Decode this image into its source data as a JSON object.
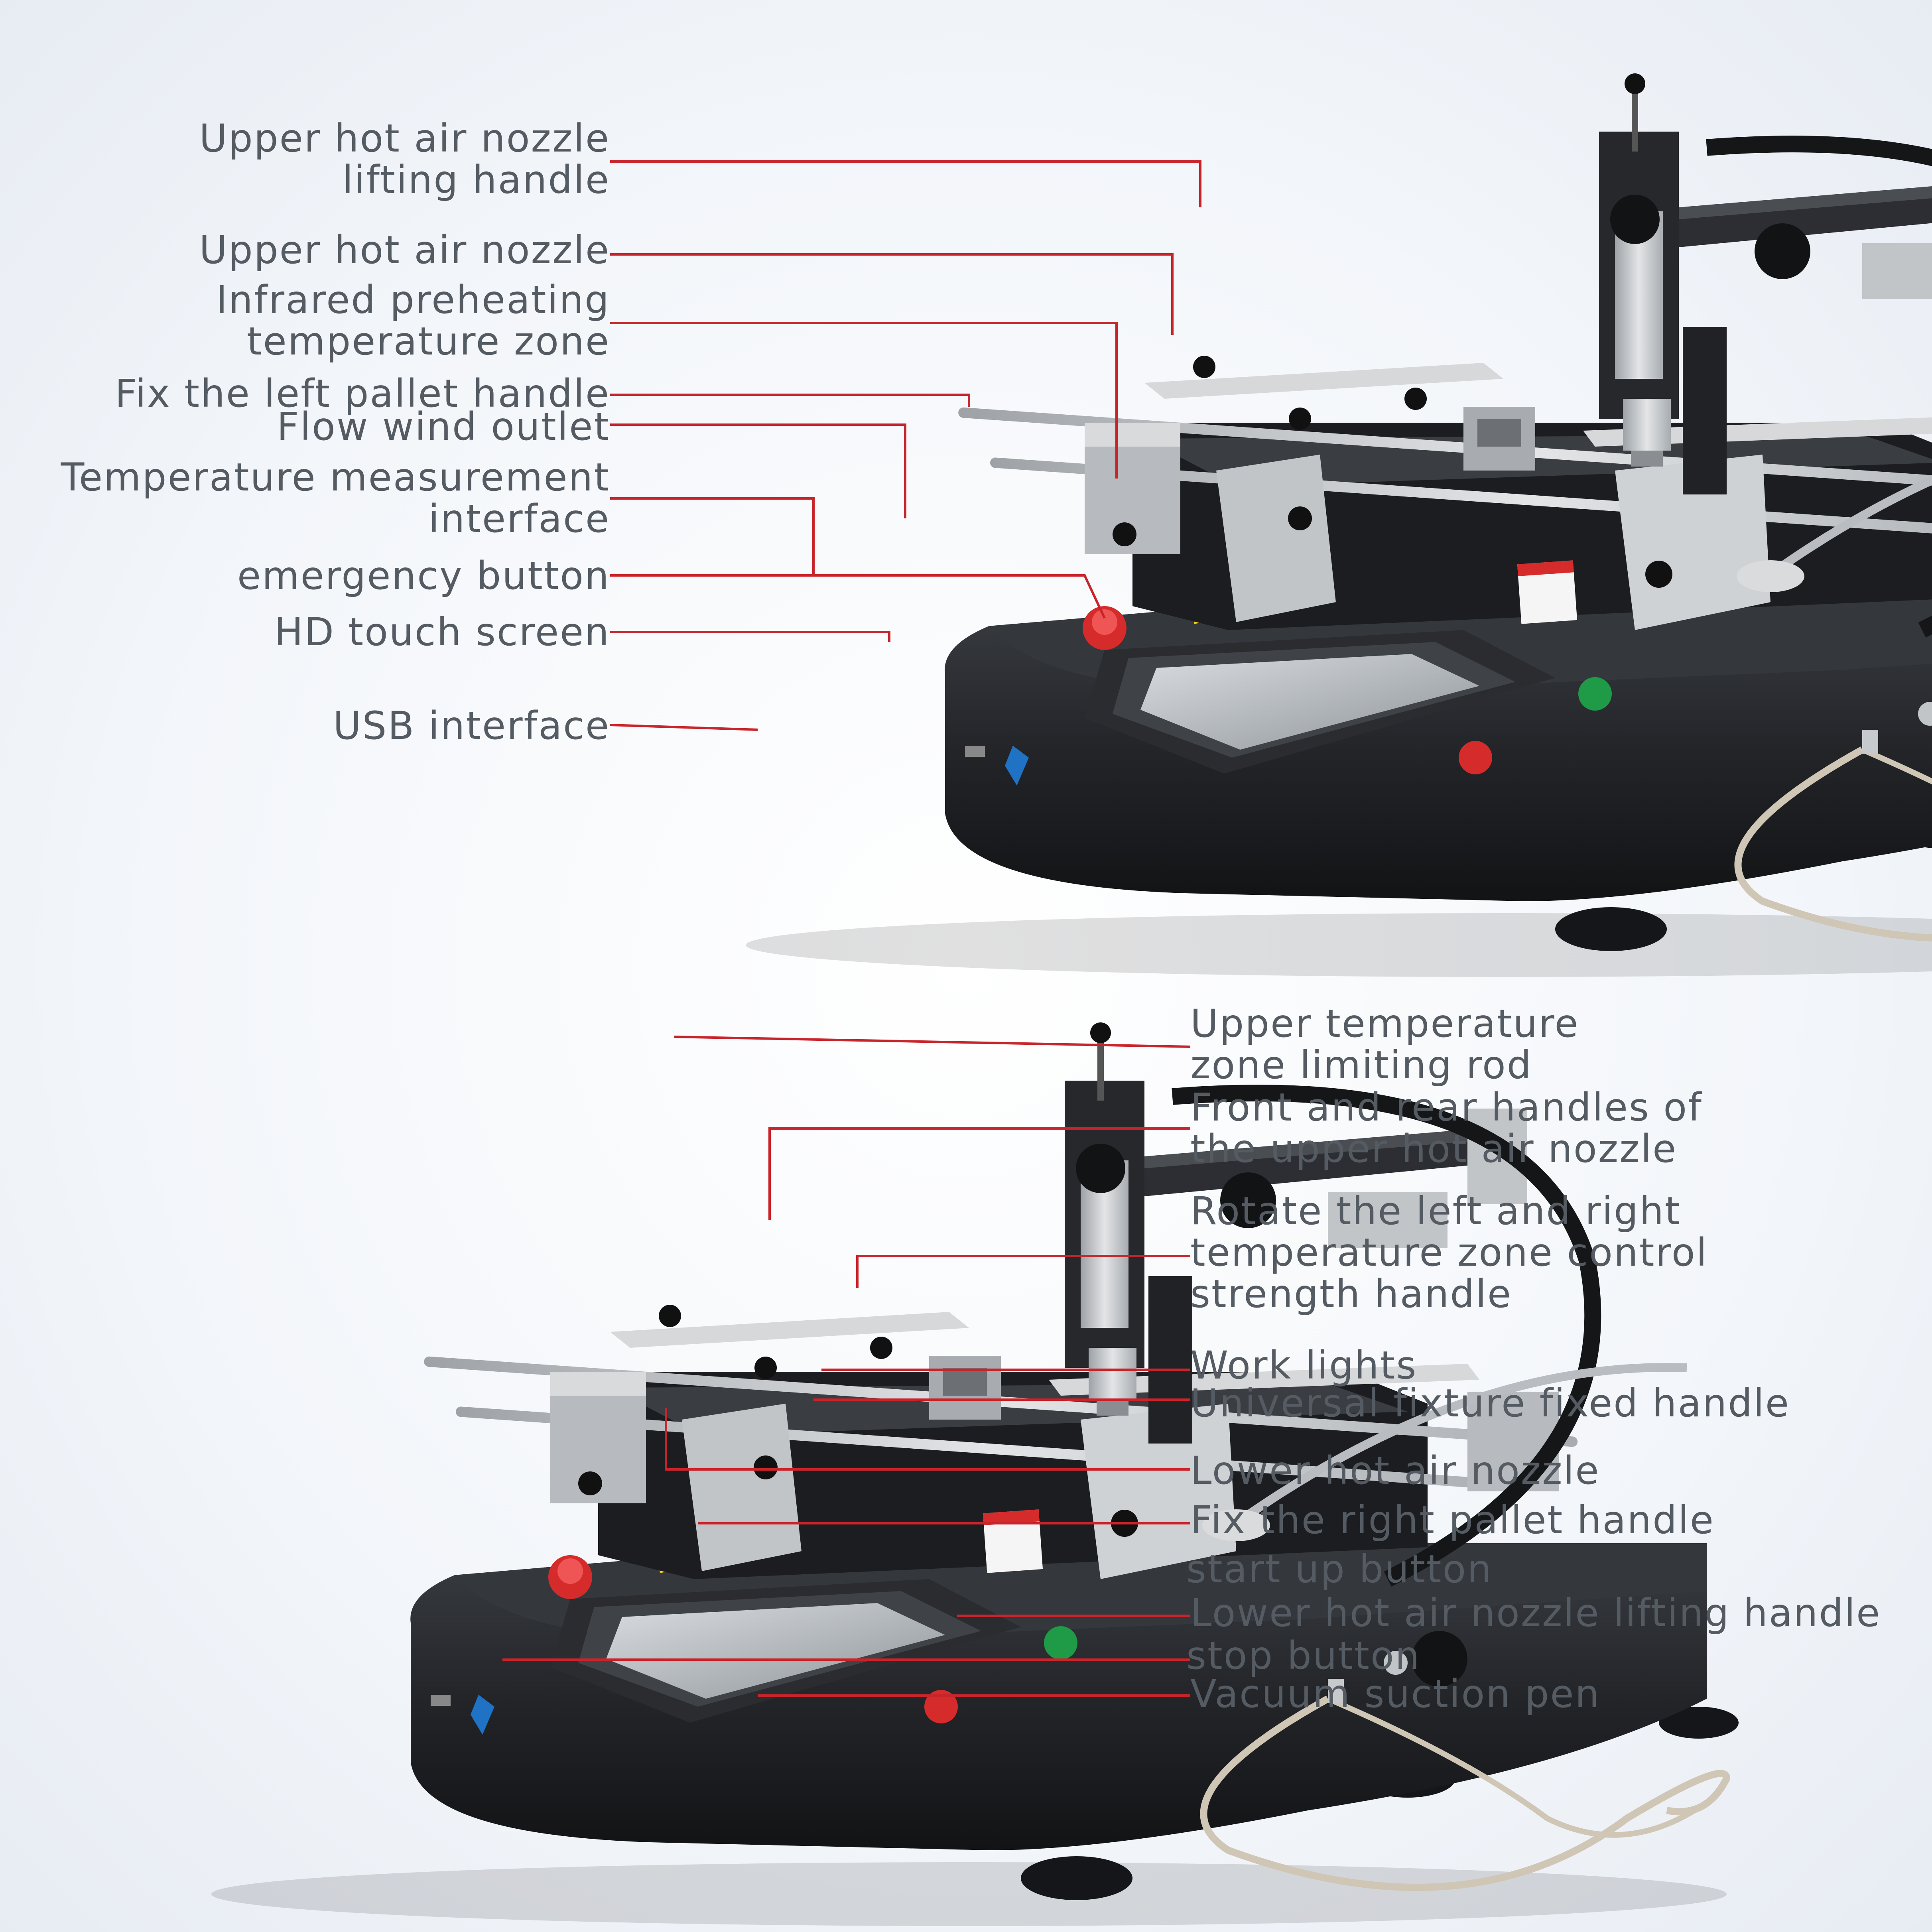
{
  "colors": {
    "leader_line": "#c8242b",
    "label_text": "#555b62",
    "machine_body": "#1f2125",
    "metal": "#c7cacd",
    "emergency_red": "#d62b2b",
    "start_green": "#1f9a46",
    "warning_yellow": "#f3d11c"
  },
  "top_view": {
    "labels": [
      {
        "id": "upper-hot-air-nozzle-lifting-handle",
        "lines": [
          "Upper hot air nozzle",
          "lifting handle"
        ]
      },
      {
        "id": "upper-hot-air-nozzle",
        "lines": [
          "Upper hot air nozzle"
        ]
      },
      {
        "id": "infrared-preheating-temperature-zone",
        "lines": [
          "Infrared preheating",
          "temperature zone"
        ]
      },
      {
        "id": "fix-left-pallet-handle",
        "lines": [
          "Fix the left pallet handle"
        ]
      },
      {
        "id": "flow-wind-outlet",
        "lines": [
          "Flow wind outlet"
        ]
      },
      {
        "id": "temperature-measurement-interface",
        "lines": [
          "Temperature measurement",
          "interface"
        ]
      },
      {
        "id": "emergency-button",
        "lines": [
          "emergency button"
        ]
      },
      {
        "id": "hd-touch-screen",
        "lines": [
          "HD touch screen"
        ]
      },
      {
        "id": "usb-interface",
        "lines": [
          "USB interface"
        ]
      }
    ]
  },
  "bottom_view": {
    "labels": [
      {
        "id": "upper-temperature-zone-limiting-rod",
        "lines": [
          "Upper temperature",
          "zone limiting rod"
        ]
      },
      {
        "id": "front-rear-handles-upper-nozzle",
        "lines": [
          "Front and rear handles of",
          "the upper hot air nozzle"
        ]
      },
      {
        "id": "rotate-temperature-zone-control-handle",
        "lines": [
          "Rotate the left and right",
          "temperature zone control",
          "strength handle"
        ]
      },
      {
        "id": "work-lights",
        "lines": [
          "Work lights"
        ]
      },
      {
        "id": "universal-fixture-fixed-handle",
        "lines": [
          "Universal fixture fixed handle"
        ]
      },
      {
        "id": "lower-hot-air-nozzle",
        "lines": [
          "Lower hot air nozzle"
        ]
      },
      {
        "id": "fix-right-pallet-handle",
        "lines": [
          "Fix the right pallet handle"
        ]
      },
      {
        "id": "start-up-button",
        "lines": [
          "start up button"
        ]
      },
      {
        "id": "lower-hot-air-nozzle-lifting-handle",
        "lines": [
          "Lower hot air nozzle lifting handle"
        ]
      },
      {
        "id": "stop-button",
        "lines": [
          "stop button"
        ]
      },
      {
        "id": "vacuum-suction-pen",
        "lines": [
          "Vacuum suction pen"
        ]
      }
    ]
  }
}
